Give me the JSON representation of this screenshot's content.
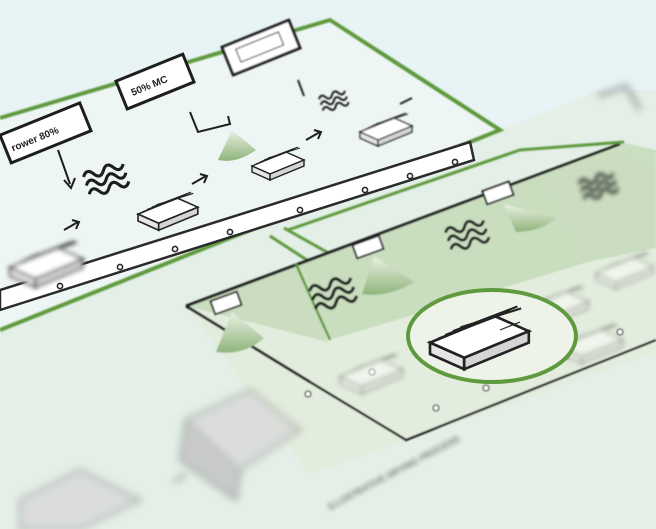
{
  "labels": {
    "box_left": "rower 80%",
    "box_center": "50% MC",
    "box_top": "",
    "bottom_caption": "ILLUSTRATIVE DRYING PROCESS"
  },
  "colors": {
    "background": "#e7f3f4",
    "accent_green": "#5f9a3e",
    "light_green": "#c9dcc0",
    "pale_green": "#e0ebdc",
    "line_dark": "#2a2a2a"
  },
  "icons": [
    "heat-wave-icon",
    "spray-nozzle-icon",
    "lumber-stack-icon",
    "arrow-icon",
    "magnifier-circle-icon",
    "conveyor-roller-icon"
  ]
}
